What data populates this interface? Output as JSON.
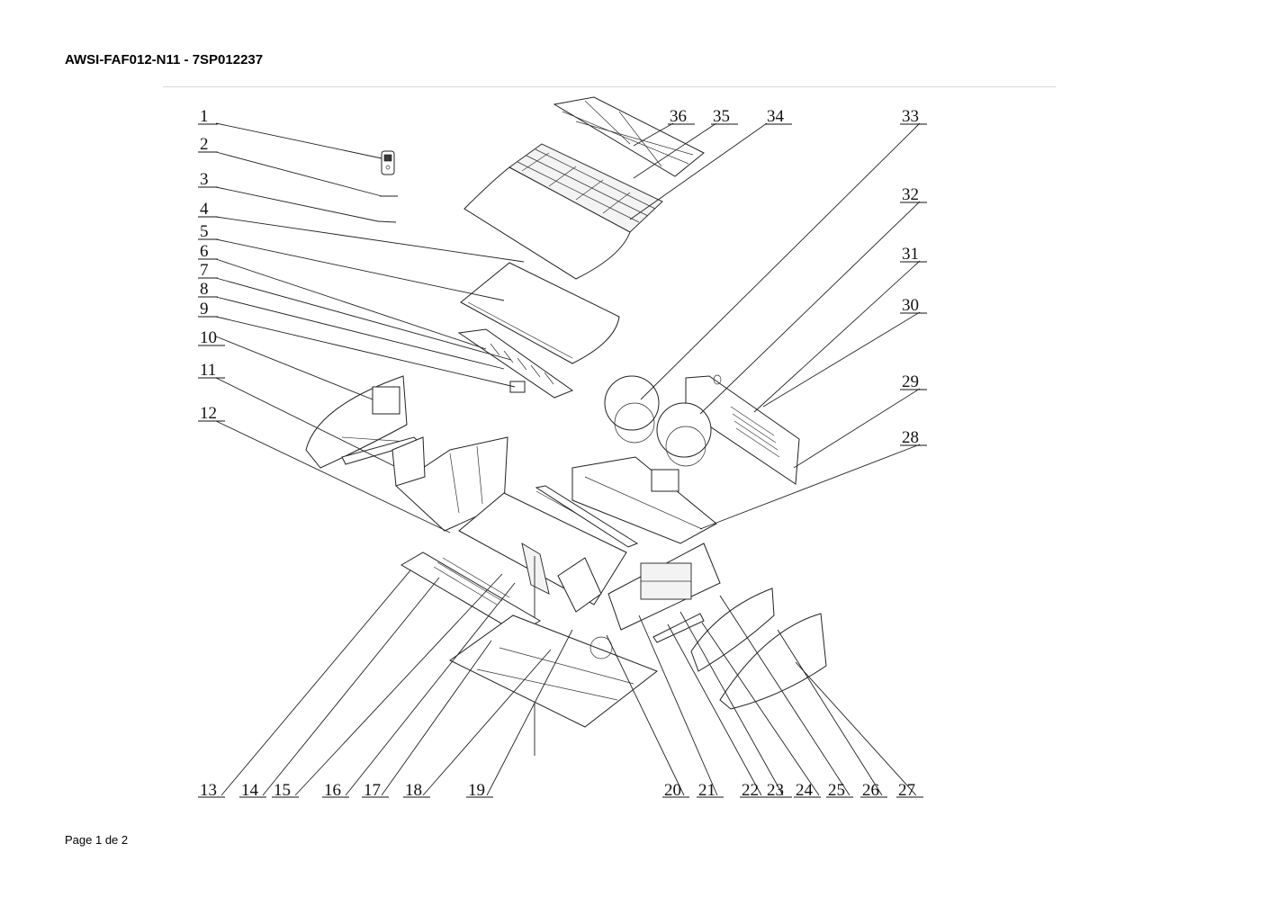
{
  "header": {
    "title": "AWSI-FAF012-N11 - 7SP012237"
  },
  "footer": {
    "page_label": "Page 1 de 2"
  },
  "callouts": {
    "left_column": [
      "1",
      "2",
      "3",
      "4",
      "5",
      "6",
      "7",
      "8",
      "9",
      "10",
      "11",
      "12"
    ],
    "bottom_row": [
      "13",
      "14",
      "15",
      "16",
      "17",
      "18",
      "19",
      "20",
      "21",
      "22",
      "23",
      "24",
      "25",
      "26",
      "27"
    ],
    "right_column": [
      "28",
      "29",
      "30",
      "31",
      "32",
      "33"
    ],
    "top_row": [
      "34",
      "35",
      "36"
    ]
  }
}
